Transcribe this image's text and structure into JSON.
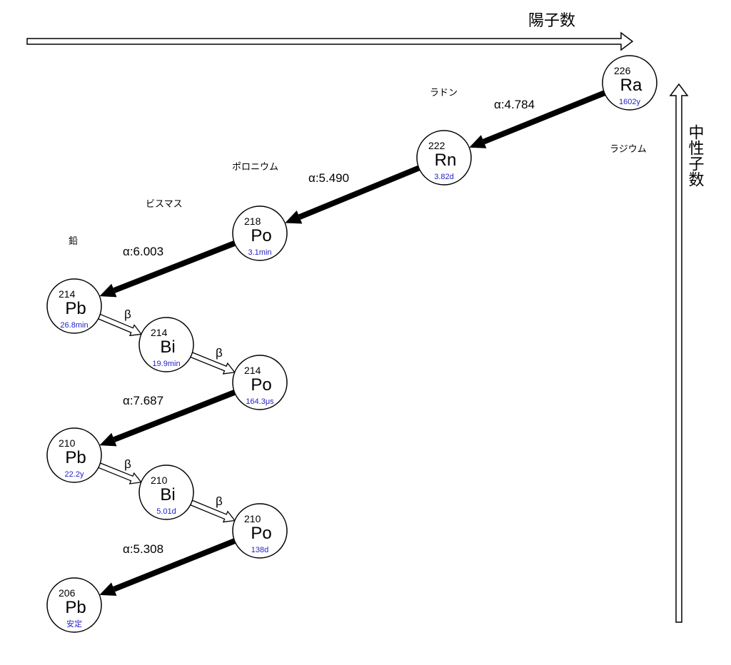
{
  "axes": {
    "protons": "陽子数",
    "neutrons": "中性子数"
  },
  "element_names": [
    "ラジウム",
    "ラドン",
    "ポロニウム",
    "ビスマス",
    "鉛"
  ],
  "nodes": [
    {
      "mass": "226",
      "symbol": "Ra",
      "half_life": "1602y"
    },
    {
      "mass": "222",
      "symbol": "Rn",
      "half_life": "3.82d"
    },
    {
      "mass": "218",
      "symbol": "Po",
      "half_life": "3.1min"
    },
    {
      "mass": "214",
      "symbol": "Pb",
      "half_life": "26.8min"
    },
    {
      "mass": "214",
      "symbol": "Bi",
      "half_life": "19.9min"
    },
    {
      "mass": "214",
      "symbol": "Po",
      "half_life": "164.3μs"
    },
    {
      "mass": "210",
      "symbol": "Pb",
      "half_life": "22.2y"
    },
    {
      "mass": "210",
      "symbol": "Bi",
      "half_life": "5.01d"
    },
    {
      "mass": "210",
      "symbol": "Po",
      "half_life": "138d"
    },
    {
      "mass": "206",
      "symbol": "Pb",
      "half_life": "安定"
    }
  ],
  "decays": [
    {
      "from": 0,
      "to": 1,
      "type": "alpha",
      "label": "α:4.784"
    },
    {
      "from": 1,
      "to": 2,
      "type": "alpha",
      "label": "α:5.490"
    },
    {
      "from": 2,
      "to": 3,
      "type": "alpha",
      "label": "α:6.003"
    },
    {
      "from": 3,
      "to": 4,
      "type": "beta",
      "label": "β"
    },
    {
      "from": 4,
      "to": 5,
      "type": "beta",
      "label": "β"
    },
    {
      "from": 5,
      "to": 6,
      "type": "alpha",
      "label": "α:7.687"
    },
    {
      "from": 6,
      "to": 7,
      "type": "beta",
      "label": "β"
    },
    {
      "from": 7,
      "to": 8,
      "type": "beta",
      "label": "β"
    },
    {
      "from": 8,
      "to": 9,
      "type": "alpha",
      "label": "α:5.308"
    }
  ]
}
